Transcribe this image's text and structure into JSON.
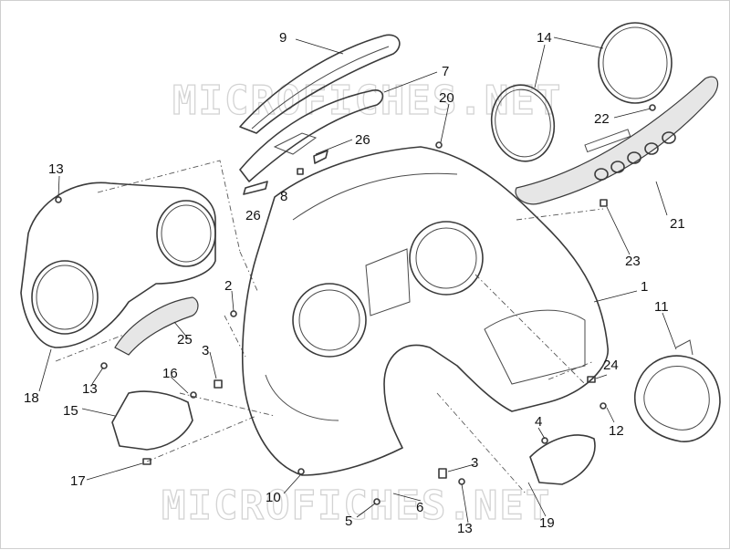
{
  "watermark": {
    "text": "MICROFICHES.NET"
  },
  "callouts": {
    "c1": "1",
    "c2": "2",
    "c3a": "3",
    "c3b": "3",
    "c4": "4",
    "c5": "5",
    "c6": "6",
    "c7": "7",
    "c8": "8",
    "c9": "9",
    "c10": "10",
    "c11": "11",
    "c12": "12",
    "c13a": "13",
    "c13b": "13",
    "c13c": "13",
    "c14": "14",
    "c15": "15",
    "c16": "16",
    "c17": "17",
    "c18": "18",
    "c19": "19",
    "c20": "20",
    "c21": "21",
    "c22": "22",
    "c23": "23",
    "c24": "24",
    "c25": "25",
    "c26a": "26",
    "c26b": "26"
  }
}
